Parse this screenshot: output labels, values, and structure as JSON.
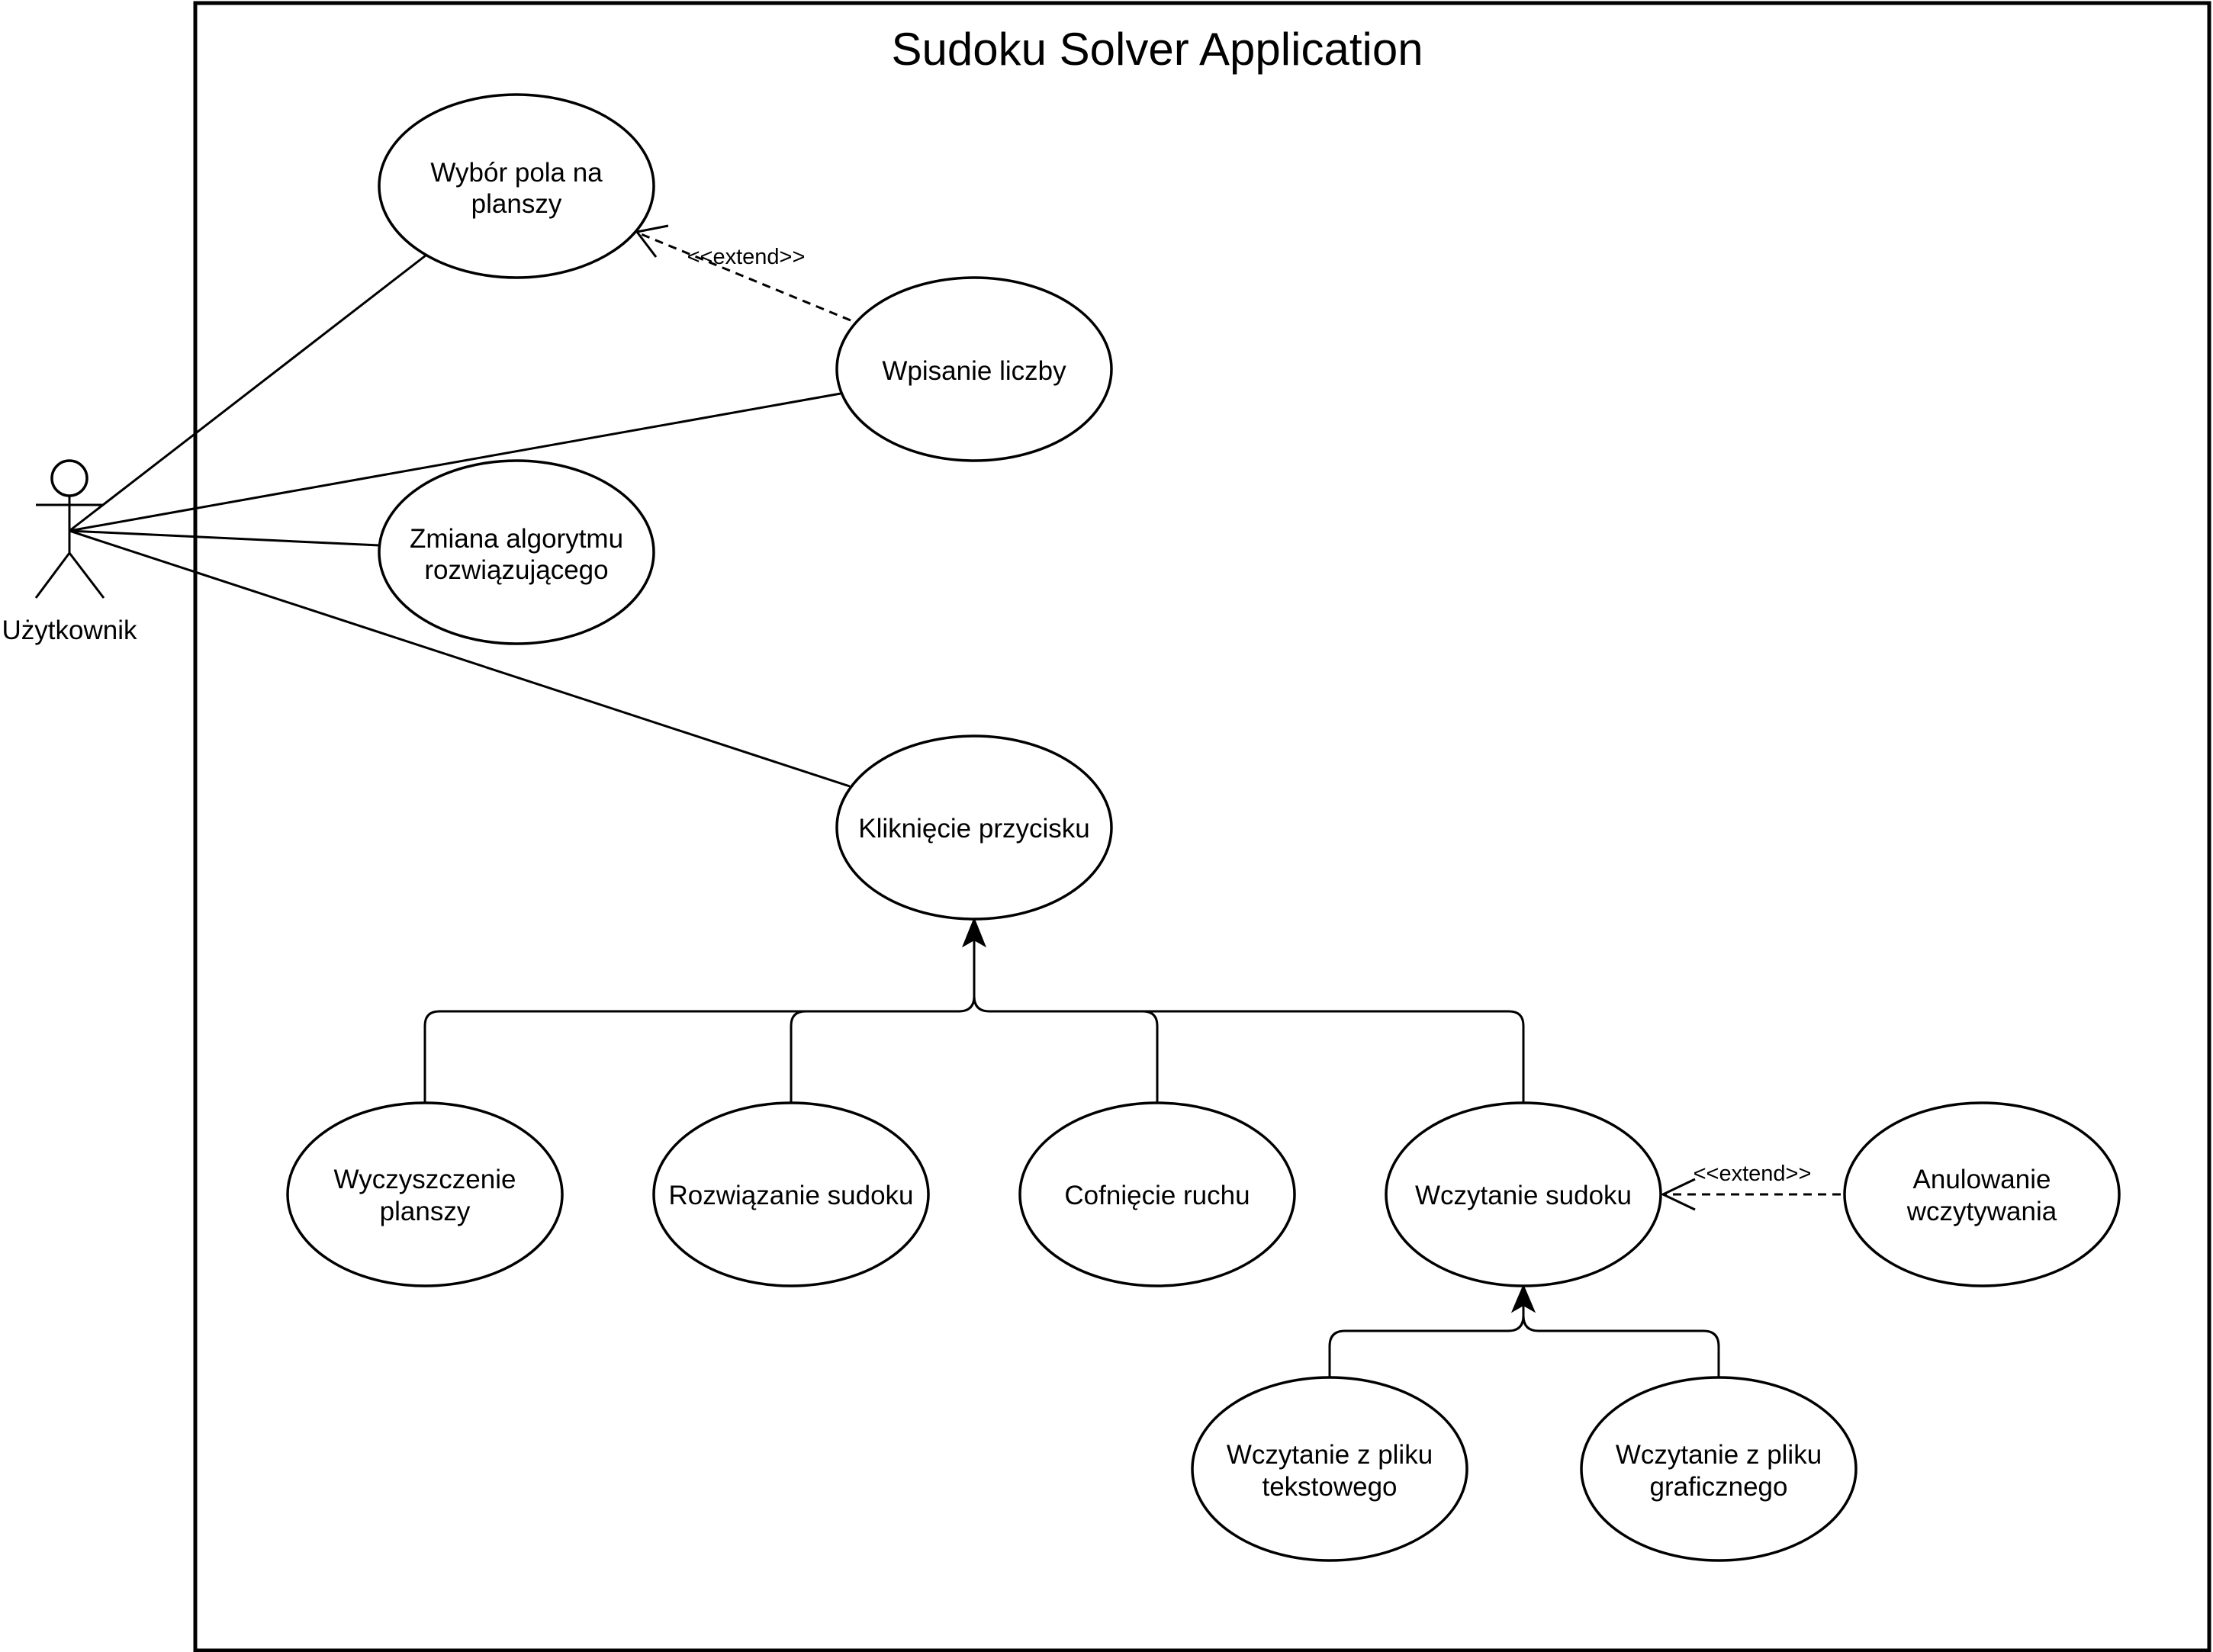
{
  "system": {
    "title": "Sudoku Solver Application"
  },
  "actor": {
    "name": "Użytkownik"
  },
  "use_cases": {
    "wybor": [
      "Wybór pola na",
      "planszy"
    ],
    "wpisanie": [
      "Wpisanie liczby"
    ],
    "zmiana": [
      "Zmiana algorytmu",
      "rozwiązującego"
    ],
    "klikniecie": [
      "Kliknięcie przycisku"
    ],
    "wyczyszczenie": [
      "Wyczyszczenie",
      "planszy"
    ],
    "rozwiazanie": [
      "Rozwiązanie sudoku"
    ],
    "cofniecie": [
      "Cofnięcie ruchu"
    ],
    "wczytanie": [
      "Wczytanie sudoku"
    ],
    "anulowanie": [
      "Anulowanie",
      "wczytywania"
    ],
    "tekstowy": [
      "Wczytanie z pliku",
      "tekstowego"
    ],
    "graficzny": [
      "Wczytanie z pliku",
      "graficznego"
    ]
  },
  "relations": {
    "extend_1": "<<extend>>",
    "extend_2": "<<extend>>"
  }
}
